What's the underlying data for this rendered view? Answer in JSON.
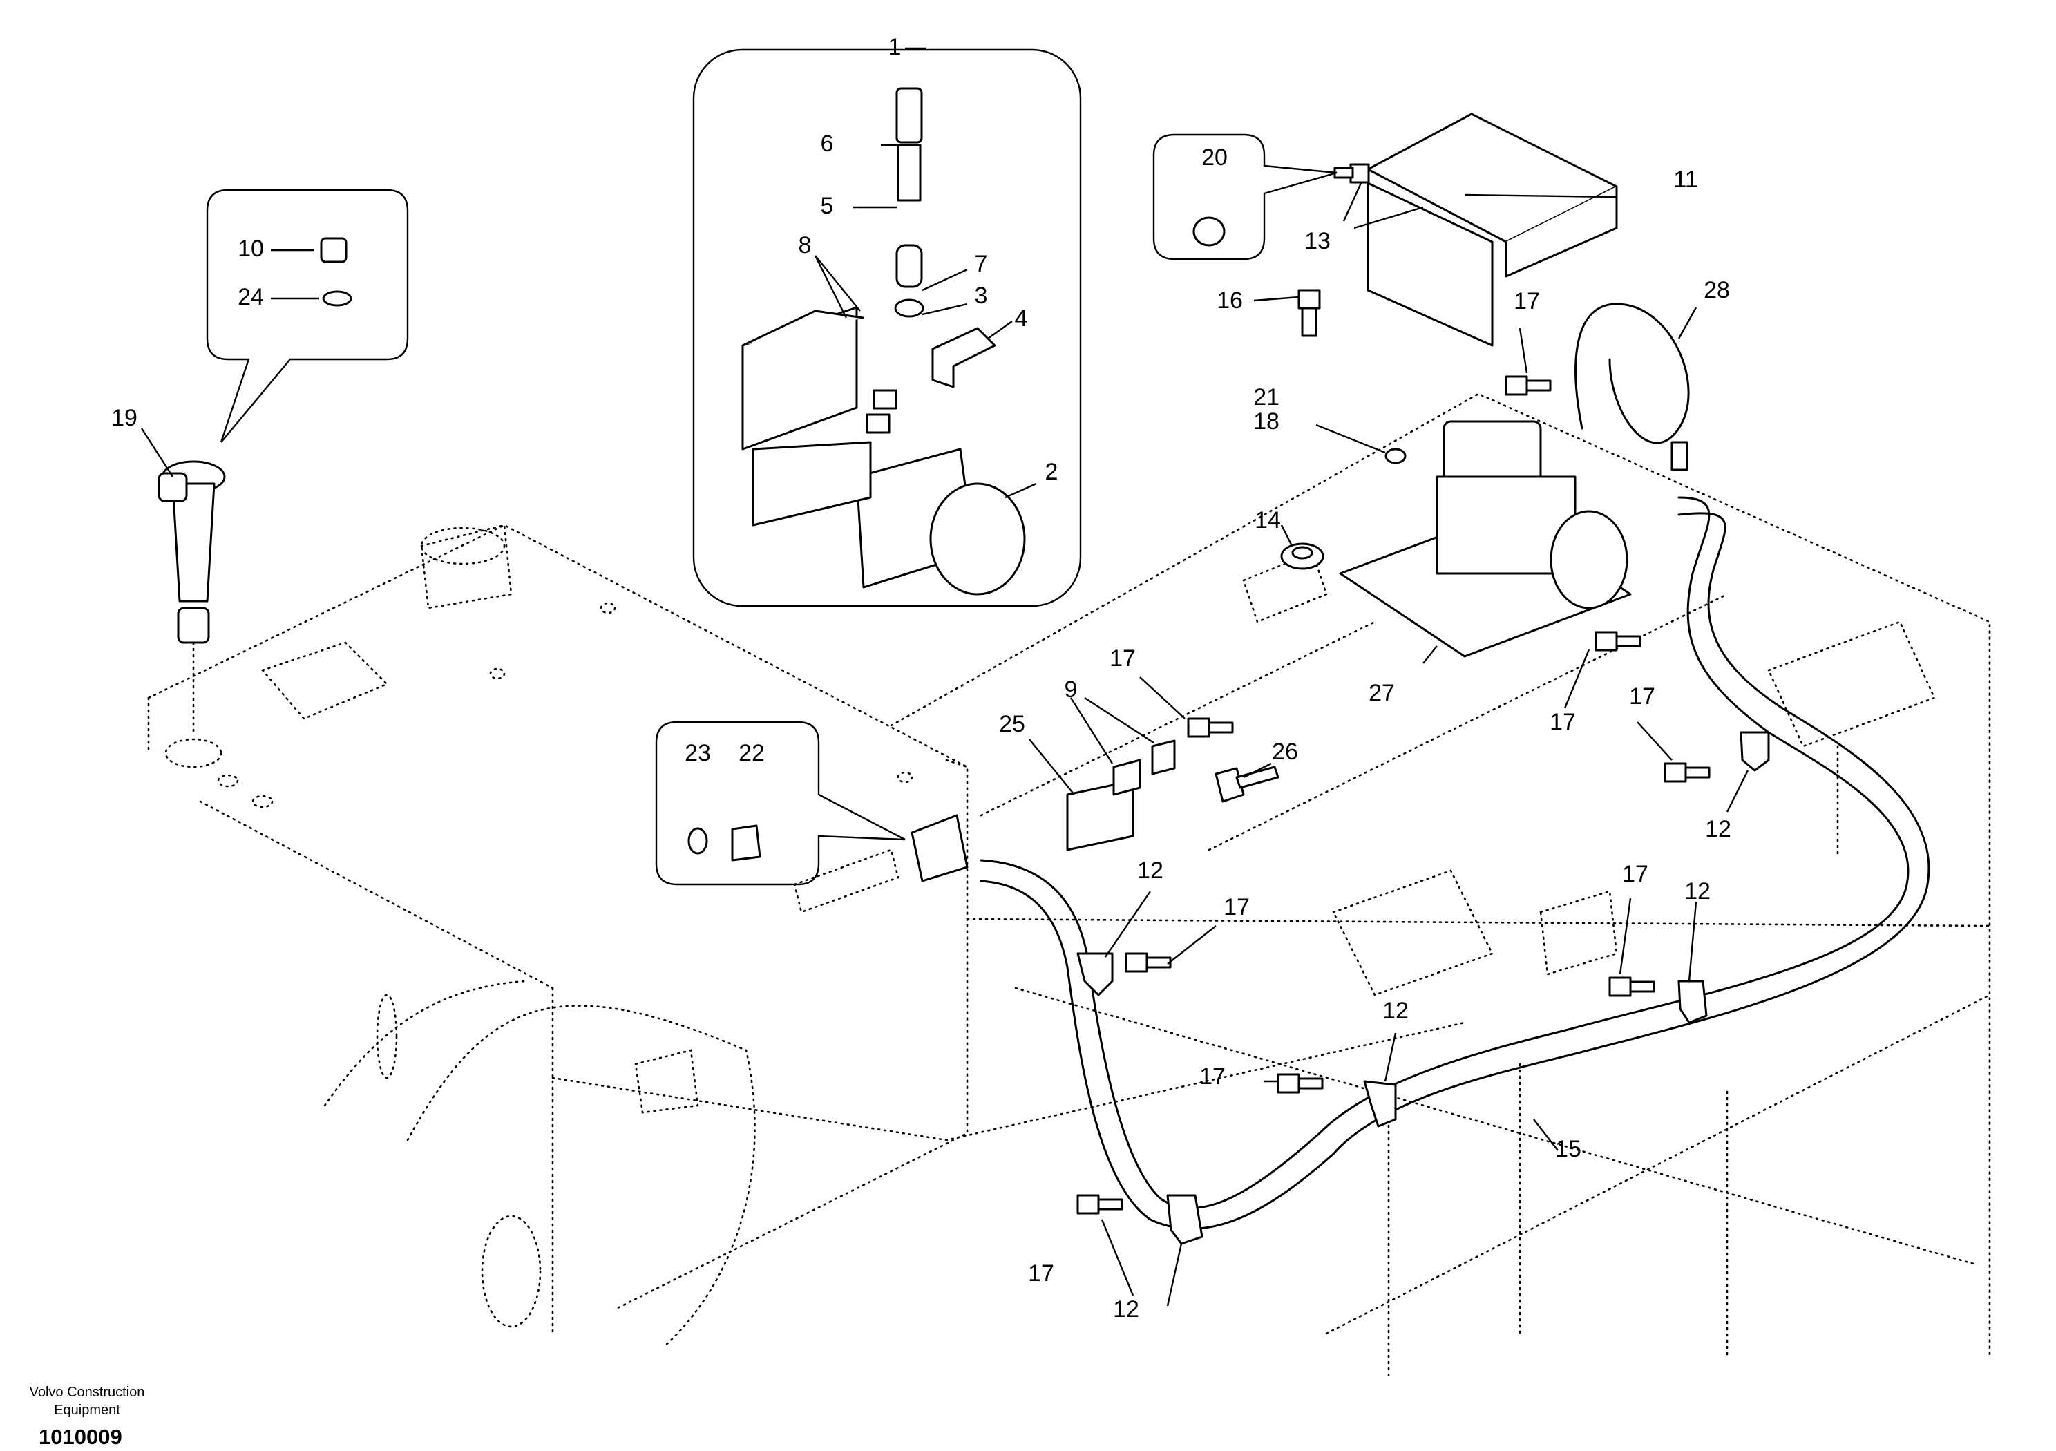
{
  "footer": {
    "company_line1": "Volvo Construction",
    "company_line2": "Equipment",
    "drawing_number": "1010009"
  },
  "callouts": {
    "c1": "1",
    "c2": "2",
    "c3": "3",
    "c4": "4",
    "c5": "5",
    "c6": "6",
    "c7": "7",
    "c8": "8",
    "c9": "9",
    "c10": "10",
    "c11": "11",
    "c12": "12",
    "c13": "13",
    "c14": "14",
    "c15": "15",
    "c16": "16",
    "c17": "17",
    "c18": "18",
    "c19": "19",
    "c20": "20",
    "c21": "21",
    "c22": "22",
    "c23": "23",
    "c24": "24",
    "c25": "25",
    "c26": "26",
    "c27": "27",
    "c28": "28"
  },
  "colors": {
    "line": "#000000",
    "background": "#ffffff"
  }
}
